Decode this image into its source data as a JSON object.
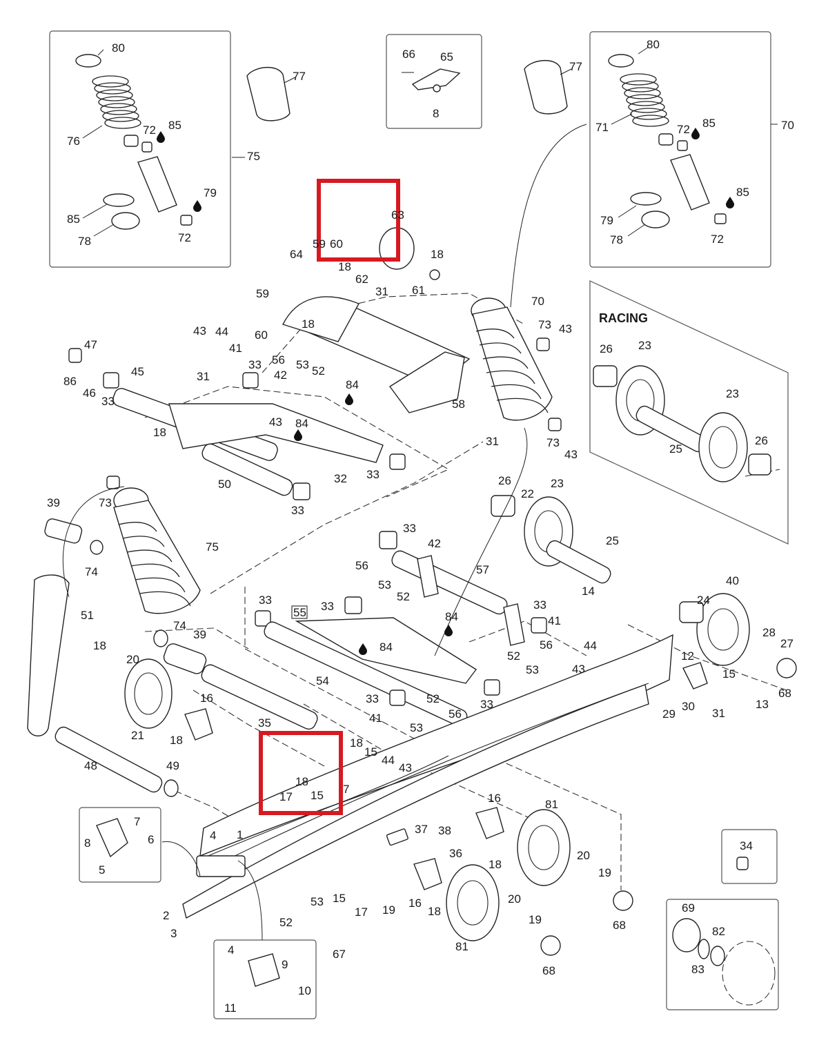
{
  "diagram": {
    "racing_label": "RACING",
    "boxed_label": "55",
    "callouts": [
      {
        "id": "c80a",
        "text": "80"
      },
      {
        "id": "c77a",
        "text": "77"
      },
      {
        "id": "c76",
        "text": "76"
      },
      {
        "id": "c72a",
        "text": "72"
      },
      {
        "id": "c85a",
        "text": "85"
      },
      {
        "id": "c75a",
        "text": "75"
      },
      {
        "id": "c79a",
        "text": "79"
      },
      {
        "id": "c85b",
        "text": "85"
      },
      {
        "id": "c78a",
        "text": "78"
      },
      {
        "id": "c72b",
        "text": "72"
      },
      {
        "id": "c66",
        "text": "66"
      },
      {
        "id": "c65",
        "text": "65"
      },
      {
        "id": "c8a",
        "text": "8"
      },
      {
        "id": "c77b",
        "text": "77"
      },
      {
        "id": "c80b",
        "text": "80"
      },
      {
        "id": "c71",
        "text": "71"
      },
      {
        "id": "c72c",
        "text": "72"
      },
      {
        "id": "c85c",
        "text": "85"
      },
      {
        "id": "c70a",
        "text": "70"
      },
      {
        "id": "c79b",
        "text": "79"
      },
      {
        "id": "c85d",
        "text": "85"
      },
      {
        "id": "c78b",
        "text": "78"
      },
      {
        "id": "c72d",
        "text": "72"
      },
      {
        "id": "c63",
        "text": "63"
      },
      {
        "id": "c59a",
        "text": "59"
      },
      {
        "id": "c60a",
        "text": "60"
      },
      {
        "id": "c64",
        "text": "64"
      },
      {
        "id": "c18a",
        "text": "18"
      },
      {
        "id": "c18b",
        "text": "18"
      },
      {
        "id": "c61",
        "text": "61"
      },
      {
        "id": "c62",
        "text": "62"
      },
      {
        "id": "c31a",
        "text": "31"
      },
      {
        "id": "c59b",
        "text": "59"
      },
      {
        "id": "c18c",
        "text": "18"
      },
      {
        "id": "c60b",
        "text": "60"
      },
      {
        "id": "c56a",
        "text": "56"
      },
      {
        "id": "c53a",
        "text": "53"
      },
      {
        "id": "c52a",
        "text": "52"
      },
      {
        "id": "c70b",
        "text": "70"
      },
      {
        "id": "c73a",
        "text": "73"
      },
      {
        "id": "c43a",
        "text": "43"
      },
      {
        "id": "c58",
        "text": "58"
      },
      {
        "id": "c31b",
        "text": "31"
      },
      {
        "id": "c73b",
        "text": "73"
      },
      {
        "id": "c43b",
        "text": "43"
      },
      {
        "id": "c43c",
        "text": "43"
      },
      {
        "id": "c44a",
        "text": "44"
      },
      {
        "id": "c41a",
        "text": "41"
      },
      {
        "id": "c33a",
        "text": "33"
      },
      {
        "id": "c42a",
        "text": "42"
      },
      {
        "id": "c31c",
        "text": "31"
      },
      {
        "id": "c84a",
        "text": "84"
      },
      {
        "id": "c47",
        "text": "47"
      },
      {
        "id": "c86",
        "text": "86"
      },
      {
        "id": "c46",
        "text": "46"
      },
      {
        "id": "c33b",
        "text": "33"
      },
      {
        "id": "c45",
        "text": "45"
      },
      {
        "id": "c43d",
        "text": "43"
      },
      {
        "id": "c84b",
        "text": "84"
      },
      {
        "id": "c18d",
        "text": "18"
      },
      {
        "id": "c50",
        "text": "50"
      },
      {
        "id": "c32",
        "text": "32"
      },
      {
        "id": "c33c",
        "text": "33"
      },
      {
        "id": "c33d",
        "text": "33"
      },
      {
        "id": "c26a",
        "text": "26"
      },
      {
        "id": "c23a",
        "text": "23"
      },
      {
        "id": "c23b",
        "text": "23"
      },
      {
        "id": "c26b",
        "text": "26"
      },
      {
        "id": "c25a",
        "text": "25"
      },
      {
        "id": "c26c",
        "text": "26"
      },
      {
        "id": "c23c",
        "text": "23"
      },
      {
        "id": "c22",
        "text": "22"
      },
      {
        "id": "c25b",
        "text": "25"
      },
      {
        "id": "c39a",
        "text": "39"
      },
      {
        "id": "c73c",
        "text": "73"
      },
      {
        "id": "c74a",
        "text": "74"
      },
      {
        "id": "c75b",
        "text": "75"
      },
      {
        "id": "c33e",
        "text": "33"
      },
      {
        "id": "c42b",
        "text": "42"
      },
      {
        "id": "c56b",
        "text": "56"
      },
      {
        "id": "c57",
        "text": "57"
      },
      {
        "id": "c53b",
        "text": "53"
      },
      {
        "id": "c52b",
        "text": "52"
      },
      {
        "id": "c33f",
        "text": "33"
      },
      {
        "id": "c33g",
        "text": "33"
      },
      {
        "id": "c55",
        "text": "55"
      },
      {
        "id": "c84c",
        "text": "84"
      },
      {
        "id": "c84d",
        "text": "84"
      },
      {
        "id": "c33h",
        "text": "33"
      },
      {
        "id": "c41b",
        "text": "41"
      },
      {
        "id": "c14",
        "text": "14"
      },
      {
        "id": "c40",
        "text": "40"
      },
      {
        "id": "c24",
        "text": "24"
      },
      {
        "id": "c51",
        "text": "51"
      },
      {
        "id": "c74b",
        "text": "74"
      },
      {
        "id": "c39b",
        "text": "39"
      },
      {
        "id": "c18e",
        "text": "18"
      },
      {
        "id": "c20a",
        "text": "20"
      },
      {
        "id": "c54",
        "text": "54"
      },
      {
        "id": "c52c",
        "text": "52"
      },
      {
        "id": "c56c",
        "text": "56"
      },
      {
        "id": "c44b",
        "text": "44"
      },
      {
        "id": "c53c",
        "text": "53"
      },
      {
        "id": "c43e",
        "text": "43"
      },
      {
        "id": "c28",
        "text": "28"
      },
      {
        "id": "c27",
        "text": "27"
      },
      {
        "id": "c12",
        "text": "12"
      },
      {
        "id": "c15a",
        "text": "15"
      },
      {
        "id": "c13",
        "text": "13"
      },
      {
        "id": "c68a",
        "text": "68"
      },
      {
        "id": "c29",
        "text": "29"
      },
      {
        "id": "c30",
        "text": "30"
      },
      {
        "id": "c31d",
        "text": "31"
      },
      {
        "id": "c33i",
        "text": "33"
      },
      {
        "id": "c33j",
        "text": "33"
      },
      {
        "id": "c52d",
        "text": "52"
      },
      {
        "id": "c56d",
        "text": "56"
      },
      {
        "id": "c53d",
        "text": "53"
      },
      {
        "id": "c21",
        "text": "21"
      },
      {
        "id": "c16a",
        "text": "16"
      },
      {
        "id": "c18f",
        "text": "18"
      },
      {
        "id": "c35",
        "text": "35"
      },
      {
        "id": "c41c",
        "text": "41"
      },
      {
        "id": "c48",
        "text": "48"
      },
      {
        "id": "c49",
        "text": "49"
      },
      {
        "id": "c18g",
        "text": "18"
      },
      {
        "id": "c15b",
        "text": "15"
      },
      {
        "id": "c44c",
        "text": "44"
      },
      {
        "id": "c43f",
        "text": "43"
      },
      {
        "id": "c7a",
        "text": "7"
      },
      {
        "id": "c17a",
        "text": "17"
      },
      {
        "id": "c18h",
        "text": "18"
      },
      {
        "id": "c15c",
        "text": "15"
      },
      {
        "id": "c7b",
        "text": "7"
      },
      {
        "id": "c8b",
        "text": "8"
      },
      {
        "id": "c6",
        "text": "6"
      },
      {
        "id": "c5",
        "text": "5"
      },
      {
        "id": "c4a",
        "text": "4"
      },
      {
        "id": "c1",
        "text": "1"
      },
      {
        "id": "c16b",
        "text": "16"
      },
      {
        "id": "c81a",
        "text": "81"
      },
      {
        "id": "c37",
        "text": "37"
      },
      {
        "id": "c38",
        "text": "38"
      },
      {
        "id": "c36",
        "text": "36"
      },
      {
        "id": "c18i",
        "text": "18"
      },
      {
        "id": "c20b",
        "text": "20"
      },
      {
        "id": "c19a",
        "text": "19"
      },
      {
        "id": "c34",
        "text": "34"
      },
      {
        "id": "c2",
        "text": "2"
      },
      {
        "id": "c3",
        "text": "3"
      },
      {
        "id": "c52e",
        "text": "52"
      },
      {
        "id": "c53e",
        "text": "53"
      },
      {
        "id": "c15d",
        "text": "15"
      },
      {
        "id": "c17b",
        "text": "17"
      },
      {
        "id": "c19b",
        "text": "19"
      },
      {
        "id": "c16c",
        "text": "16"
      },
      {
        "id": "c18j",
        "text": "18"
      },
      {
        "id": "c20c",
        "text": "20"
      },
      {
        "id": "c67",
        "text": "67"
      },
      {
        "id": "c81b",
        "text": "81"
      },
      {
        "id": "c19c",
        "text": "19"
      },
      {
        "id": "c68b",
        "text": "68"
      },
      {
        "id": "c68c",
        "text": "68"
      },
      {
        "id": "c4b",
        "text": "4"
      },
      {
        "id": "c9",
        "text": "9"
      },
      {
        "id": "c10",
        "text": "10"
      },
      {
        "id": "c11",
        "text": "11"
      },
      {
        "id": "c69",
        "text": "69"
      },
      {
        "id": "c82",
        "text": "82"
      },
      {
        "id": "c83",
        "text": "83"
      }
    ]
  }
}
